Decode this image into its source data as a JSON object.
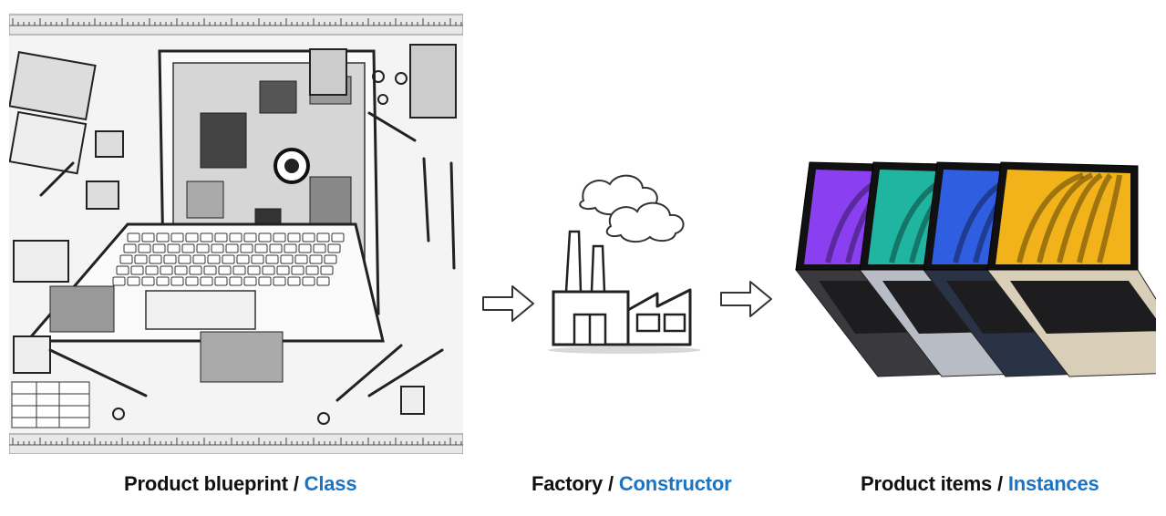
{
  "captions": [
    {
      "prefix": "Product blueprint / ",
      "highlight": "Class"
    },
    {
      "prefix": "Factory / ",
      "highlight": "Constructor"
    },
    {
      "prefix": "Product items / ",
      "highlight": "Instances"
    }
  ],
  "colors": {
    "highlight": "#1a73c4",
    "text": "#111111"
  },
  "illustrations": {
    "blueprint": "laptop-blueprint-sketch",
    "factory": "factory-sketch",
    "laptops": "colored-laptops-row"
  },
  "laptop_colors": [
    "#8a3ff0",
    "#1fb5a0",
    "#2f5fe0",
    "#f2b21a"
  ]
}
